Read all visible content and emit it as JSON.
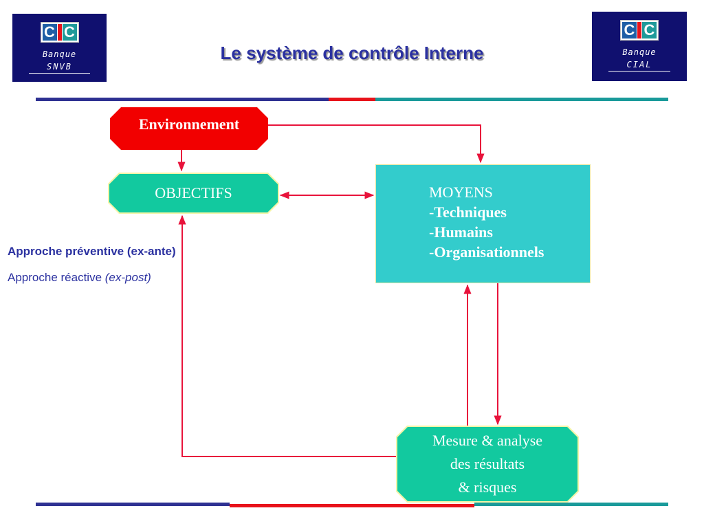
{
  "title": "Le système de contrôle Interne",
  "logo_left": {
    "letters": [
      "C",
      "C"
    ],
    "line1": "Banque",
    "line2": "SNVB"
  },
  "logo_right": {
    "letters": [
      "C",
      "C"
    ],
    "line1": "Banque",
    "line2": "CIAL"
  },
  "colors": {
    "navy": "#10106f",
    "title": "#2b31a0",
    "red": "#f20000",
    "green": "#12c99f",
    "teal": "#33cccc",
    "arrow": "#e8133b"
  },
  "diagram": {
    "environnement": "Environnement",
    "objectifs": "OBJECTIFS",
    "moyens": {
      "title": "MOYENS",
      "dash": "-",
      "items": [
        "Techniques",
        "Humains",
        "Organisationnels"
      ]
    },
    "mesure": {
      "lines": [
        "Mesure & analyse",
        "des résultats",
        "& risques"
      ]
    }
  },
  "approaches": {
    "preventive": "Approche préventive (ex-ante)",
    "reactive_label": "Approche réactive",
    "reactive_paren": "(ex-post)"
  }
}
